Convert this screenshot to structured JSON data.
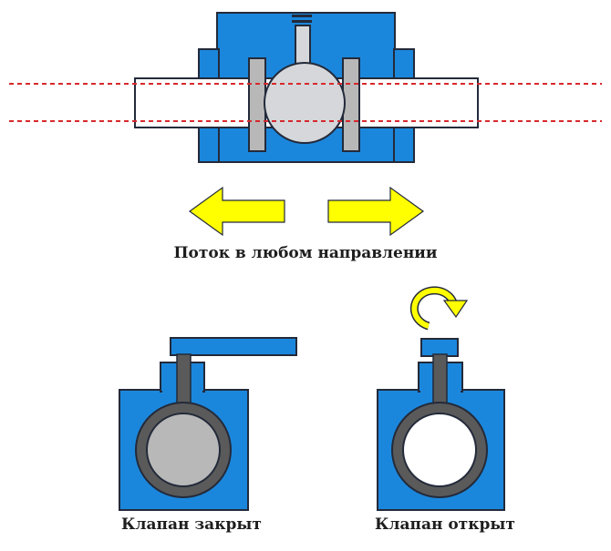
{
  "colors": {
    "body_blue": "#1b87dc",
    "outline": "#232a3a",
    "pipe_white": "#ffffff",
    "ball_gray": "#d5d7da",
    "seat_gray": "#b8b8b8",
    "stem_gray": "#5a5a5a",
    "arrow_yellow": "#ffff00",
    "flow_line_red": "#d8282c"
  },
  "labels": {
    "flow_direction": "Поток в любом направлении",
    "valve_closed": "Клапан закрыт",
    "valve_open": "Клапан открыт"
  },
  "icons": {
    "flow_left": "arrow-left",
    "flow_right": "arrow-right",
    "rotate": "rotate-clockwise-arrow"
  }
}
